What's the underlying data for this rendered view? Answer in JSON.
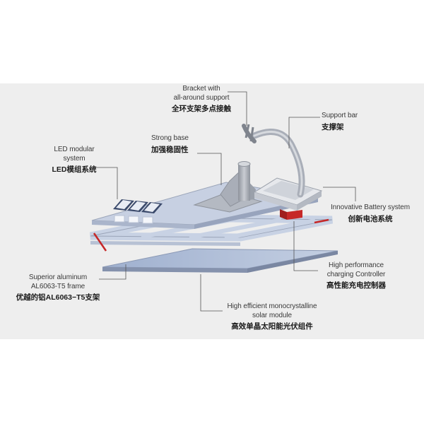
{
  "colors": {
    "background": "#eeeeee",
    "frame_fill": "#c8d2e4",
    "frame_edge": "#9aa4b8",
    "panel_fill": "#aebbd6",
    "battery_fill": "#d7d9de",
    "controller_red": "#c62828",
    "led_cell": "#3b4a6b",
    "leader_line": "#555555"
  },
  "callouts": {
    "bracket": {
      "en_line1": "Bracket with",
      "en_line2": "all-around support",
      "cn": "全环支架多点接触"
    },
    "support_bar": {
      "en": "Support bar",
      "cn": "支撑架"
    },
    "strong_base": {
      "en": "Strong base",
      "cn": "加强稳固性"
    },
    "led": {
      "en_line1": "LED modular",
      "en_line2": "system",
      "cn": "LED模组系统"
    },
    "battery": {
      "en": "Innovative Battery system",
      "cn": "创新电池系统"
    },
    "controller": {
      "en_line1": "High performance",
      "en_line2": "charging Controller",
      "cn": "高性能充电控制器"
    },
    "frame": {
      "en_line1": "Superior aluminum",
      "en_line2": "AL6063-T5 frame",
      "cn": "优越的铝AL6063−T5支架"
    },
    "solar": {
      "en_line1": "High efficient monocrystalline",
      "en_line2": "solar module",
      "cn": "高效单晶太阳能光伏组件"
    }
  }
}
